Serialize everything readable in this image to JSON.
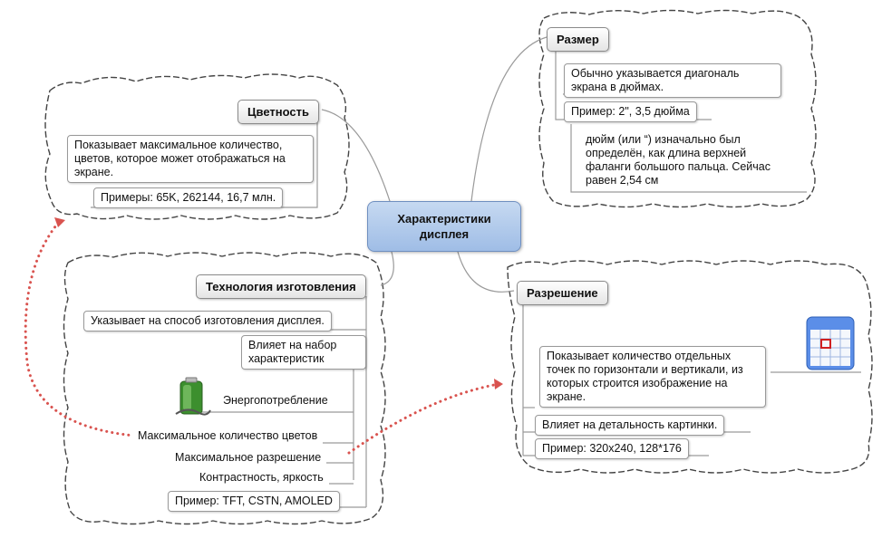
{
  "center": {
    "line1": "Характеристики",
    "line2": "дисплея"
  },
  "tsvetnost": {
    "title": "Цветность",
    "desc": "Показывает максимальное количество, цветов, которое может отображаться на экране.",
    "example": "Примеры: 65K, 262144, 16,7 млн."
  },
  "razmer": {
    "title": "Размер",
    "desc": "Обычно указывается диагональ экрана в дюймах.",
    "example": "Пример: 2\", 3,5 дюйма",
    "note": "дюйм (или “) изначально был определён, как длина верхней фаланги большого пальца. Сейчас равен 2,54 см"
  },
  "tehnologiya": {
    "title": "Технология изготовления",
    "desc": "Указывает на способ изготовления дисплея.",
    "influence": "Влияет на набор характеристик",
    "items": [
      "Энергопотребление",
      "Максимальное количество цветов",
      "Максимальное разрешение",
      "Контрастность, яркость"
    ],
    "example": "Пример: TFT, CSTN, AMOLED"
  },
  "razreshenie": {
    "title": "Разрешение",
    "desc": "Показывает количество отдельных точек по горизонтали и вертикали, из которых строится изображение на экране.",
    "detail": "Влияет на детальность картинки.",
    "example": "Пример: 320x240, 128*176"
  },
  "colors": {
    "center_fill": "#b3cbeb",
    "relation": "#d9534f",
    "cloud_stroke": "#444444",
    "branch": "#9a9a9a"
  },
  "icons": {
    "battery": "battery-icon",
    "calendar": "calendar-icon"
  }
}
